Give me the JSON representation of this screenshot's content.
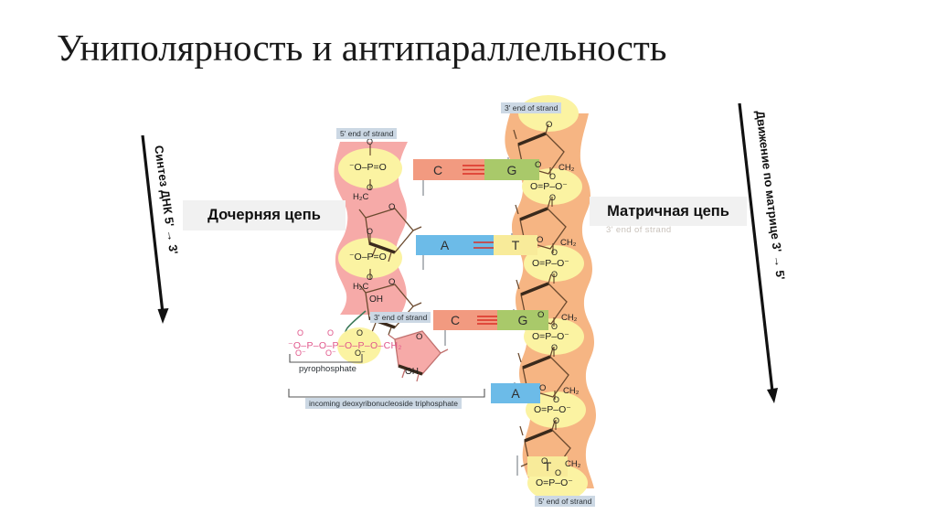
{
  "slide": {
    "title": "Униполярность и антипараллельность",
    "background": "#ffffff"
  },
  "annotations": {
    "left_arrow_label": "Синтез ДНК 5' → 3'",
    "right_arrow_label": "Движение по матрице 3' → 5'",
    "daughter_strand_box": "Дочерняя цепь",
    "template_strand_box": "Матричная цепь",
    "ghost_text": "3' end of strand"
  },
  "diagram": {
    "daughter_strand": {
      "color": "#f6aaa8",
      "top_label": "5' end of strand",
      "bottom_label": "3' end of strand",
      "terminal_group": "OH",
      "phosphate_label_1": "⁻O–P=O",
      "phosphate_label_2": "⁻O–P=O",
      "sugar_carbon": "H₂C",
      "sugar_oxygen": "O",
      "phosphate_top_o": "O",
      "phosphate_bottom_o": "O"
    },
    "template_strand": {
      "color": "#f6b583",
      "top_label": "3' end of strand",
      "bottom_label": "5' end of strand",
      "phosphate_label": "O=P–O⁻",
      "sugar_carbon": "CH₂",
      "sugar_oxygen": "O",
      "phosphate_o": "O"
    },
    "incoming_nucleotide": {
      "bracket_label": "incoming deoxyribonucleoside triphosphate",
      "pyrophosphate_label": "pyrophosphate",
      "triphosphate_chain": "⁻O–P–O–P–O–P–O–CH₂",
      "chain_top_o": "O",
      "chain_bottom_o": "O⁻",
      "sugar_oh": "OH",
      "sugar_o": "O",
      "chain_color": "#e87a9a",
      "sugar_color": "#f6aaa8",
      "highlight_color": "#fbf3a2"
    },
    "base_pairs": [
      {
        "left": "C",
        "right": "G",
        "left_color": "#f29a80",
        "right_color": "#a9c96a",
        "bonds": 3,
        "row": 1
      },
      {
        "left": "A",
        "right": "T",
        "left_color": "#6cbbe8",
        "right_color": "#f8eb9a",
        "bonds": 2,
        "row": 2
      },
      {
        "left": "C",
        "right": "G",
        "left_color": "#f29a80",
        "right_color": "#a9c96a",
        "bonds": 3,
        "row": 3
      }
    ],
    "unpaired_template_bases": [
      {
        "label": "A",
        "color": "#6cbbe8"
      },
      {
        "label": "T",
        "color": "#f8eb9a"
      }
    ],
    "colors": {
      "phosphate_highlight": "#fbf3a2",
      "hydrogen_bond": "#d93025",
      "bond_line": "#6b4a2f",
      "sugar_ring_bold": "#3a2a1c",
      "label_bg": "#ccd8e4"
    }
  }
}
